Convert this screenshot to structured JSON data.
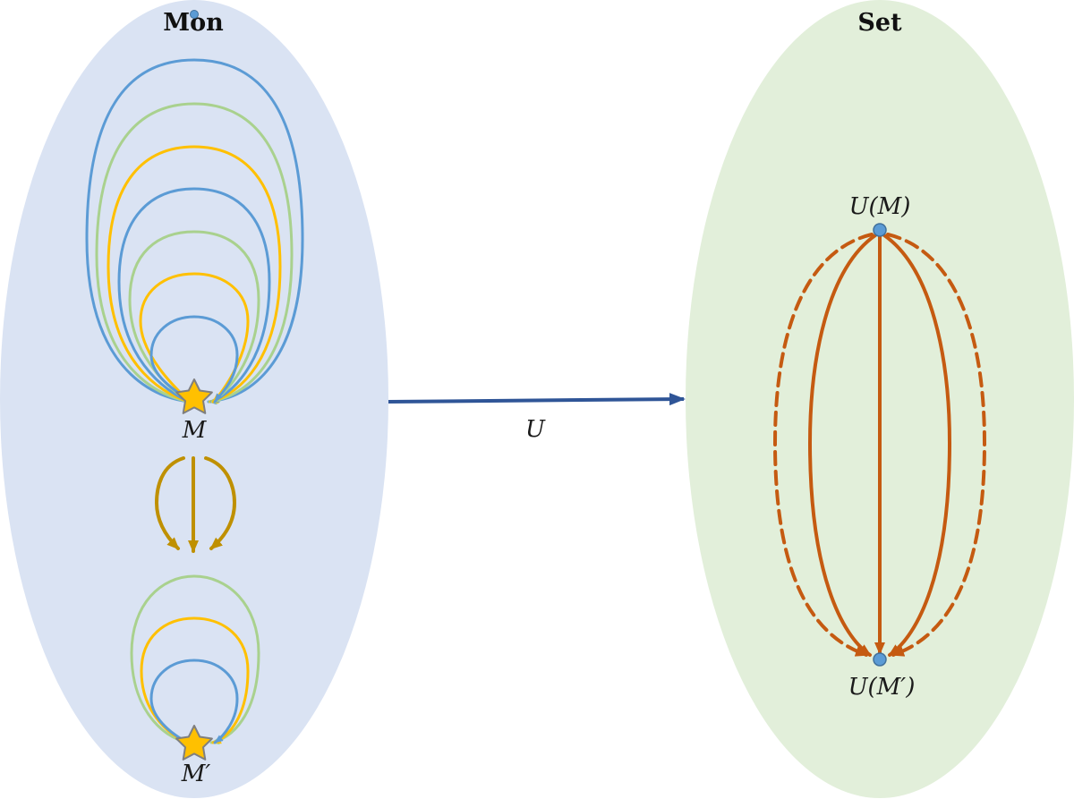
{
  "categories": {
    "left": {
      "title": "Mon",
      "fill": "#dae3f3"
    },
    "right": {
      "title": "Set",
      "fill": "#e2efda"
    }
  },
  "functor": {
    "label": "U",
    "color": "#2f5597"
  },
  "objects": {
    "m": "M",
    "m_prime": "M′",
    "u_m": "U(M)",
    "u_m_prime": "U(M′)"
  },
  "colors": {
    "loop_blue": "#5b9bd5",
    "loop_green": "#a9d18e",
    "loop_yellow": "#ffc000",
    "hom_arrows": "#bf9000",
    "set_arrows": "#c55a11",
    "star_fill": "#ffc000",
    "star_stroke": "#7f7f7f",
    "point_fill": "#5b9bd5",
    "point_stroke": "#41719c"
  }
}
